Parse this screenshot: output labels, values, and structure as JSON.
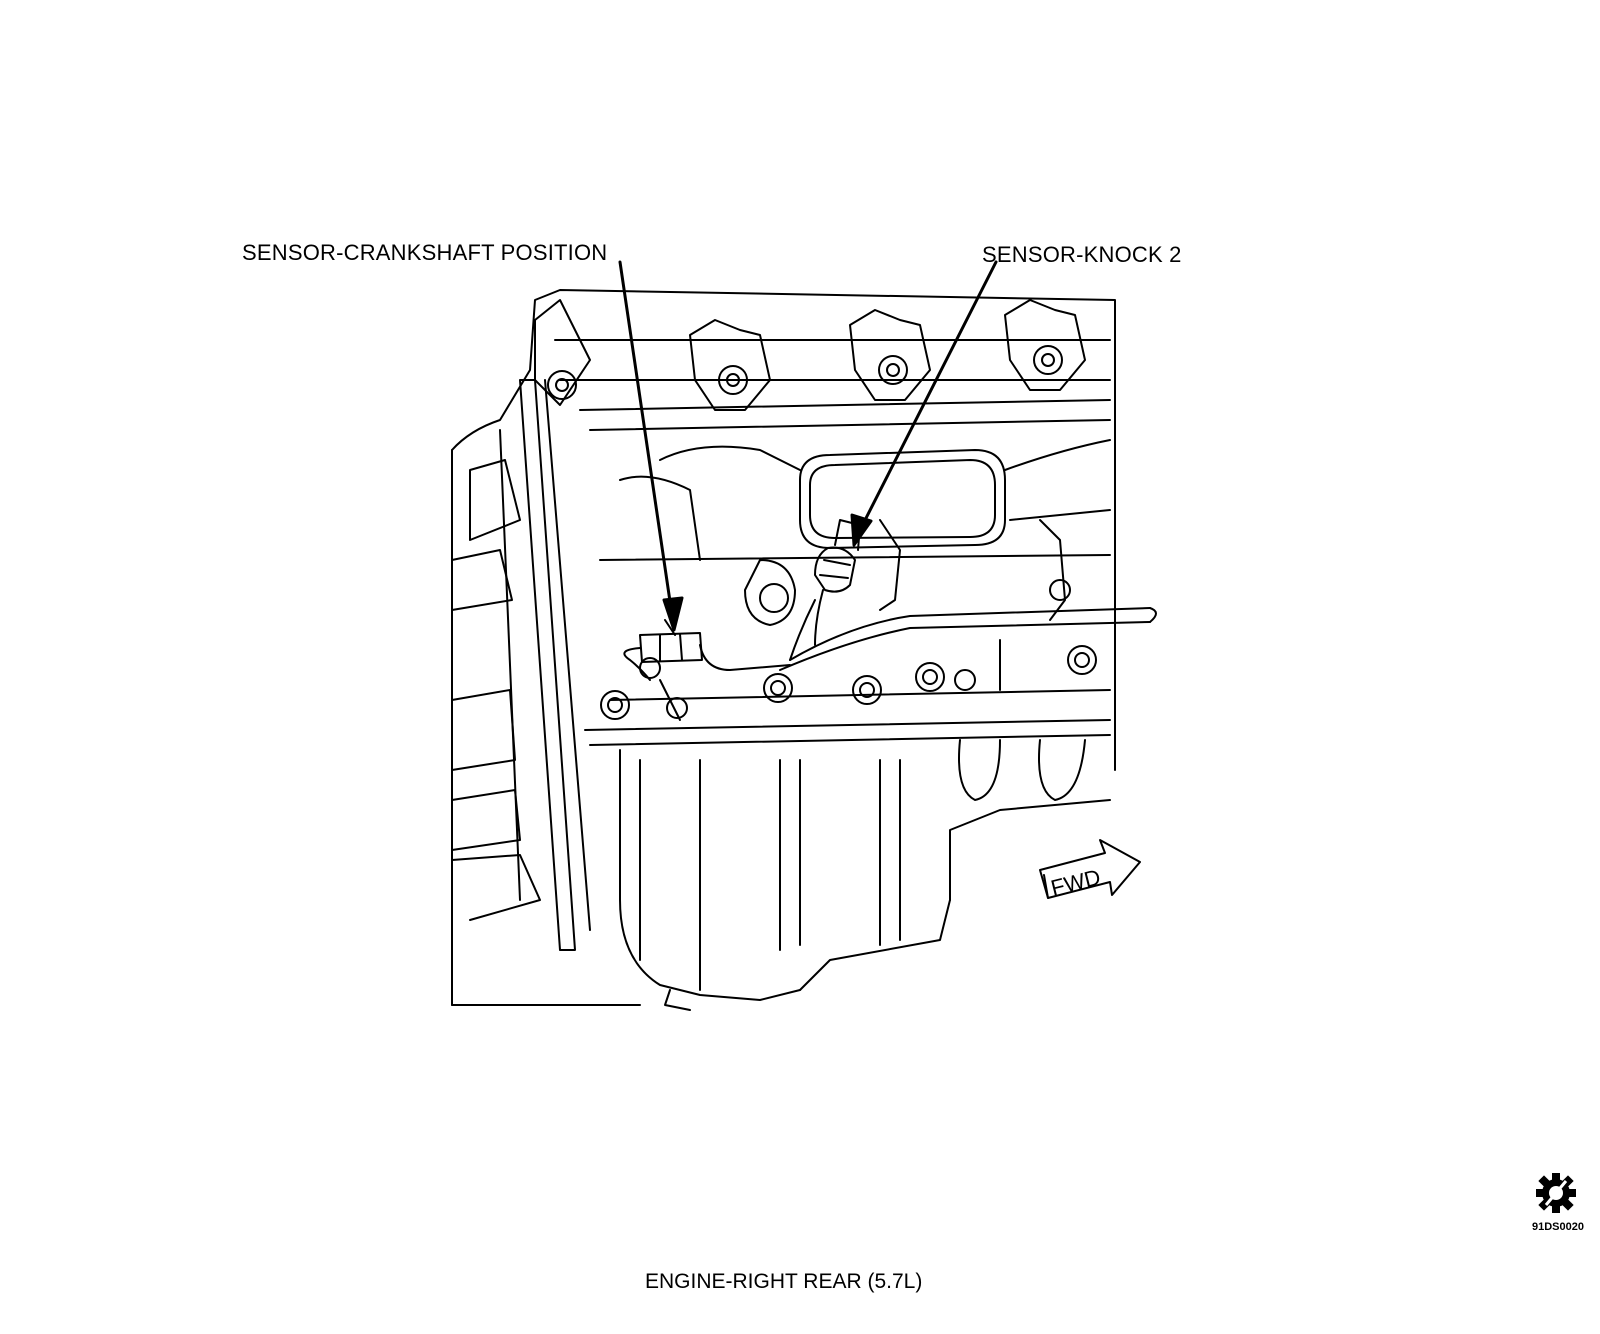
{
  "callouts": {
    "crankshaft": "SENSOR-CRANKSHAFT POSITION",
    "knock": "SENSOR-KNOCK 2"
  },
  "arrow_label": "FWD",
  "caption": "ENGINE-RIGHT REAR (5.7L)",
  "figure_id": "91DS0020",
  "colors": {
    "ink": "#000000",
    "paper": "#ffffff"
  },
  "icons": {
    "badge": "gear-slash-icon"
  }
}
